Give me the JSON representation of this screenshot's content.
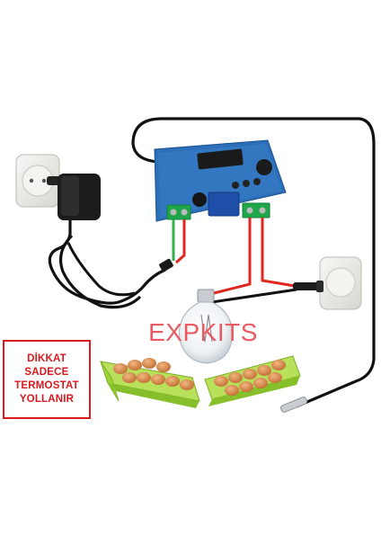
{
  "brand": {
    "label": "EXPKITS"
  },
  "notice": {
    "lines": [
      "DİKKAT",
      "SADECE",
      "TERMOSTAT",
      "YOLLANIR"
    ]
  },
  "colors": {
    "wire_black": "#111111",
    "wire_red": "#e0261f",
    "wire_green": "#2fb24a",
    "pcb_blue": "#2a6fb8",
    "relay_blue": "#1d4fa8",
    "terminal_green": "#1fa64a",
    "tray_green": "#9ed43b",
    "egg": "#d98a4c",
    "brand_red": "#ea5a63",
    "notice_red": "#d8191e"
  },
  "icons": [
    "wall-socket-icon",
    "power-adapter-icon",
    "light-bulb-icon",
    "temperature-probe-icon",
    "thermostat-board-icon",
    "egg-tray-icon"
  ]
}
